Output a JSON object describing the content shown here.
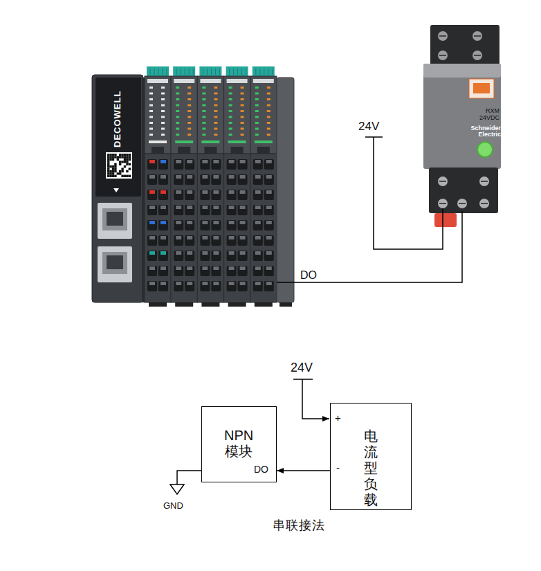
{
  "diagram": {
    "caption": "串联接法",
    "nodes": [
      {
        "text": [
          "DECOWELL"
        ]
      },
      {
        "text": [
          "RXM 24VDC",
          "Schneider Electric"
        ]
      },
      {
        "text": [
          "NPN 模块",
          "DO"
        ]
      },
      {
        "text": [
          "电流型 负载",
          "+",
          "-"
        ]
      }
    ],
    "edges": [
      {
        "from": 0,
        "to": 1,
        "label": "DO",
        "arrow": "none"
      },
      {
        "from": 3,
        "to": 2,
        "arrow": "to"
      }
    ],
    "labels": [
      "24V",
      "24V",
      "GND"
    ]
  }
}
